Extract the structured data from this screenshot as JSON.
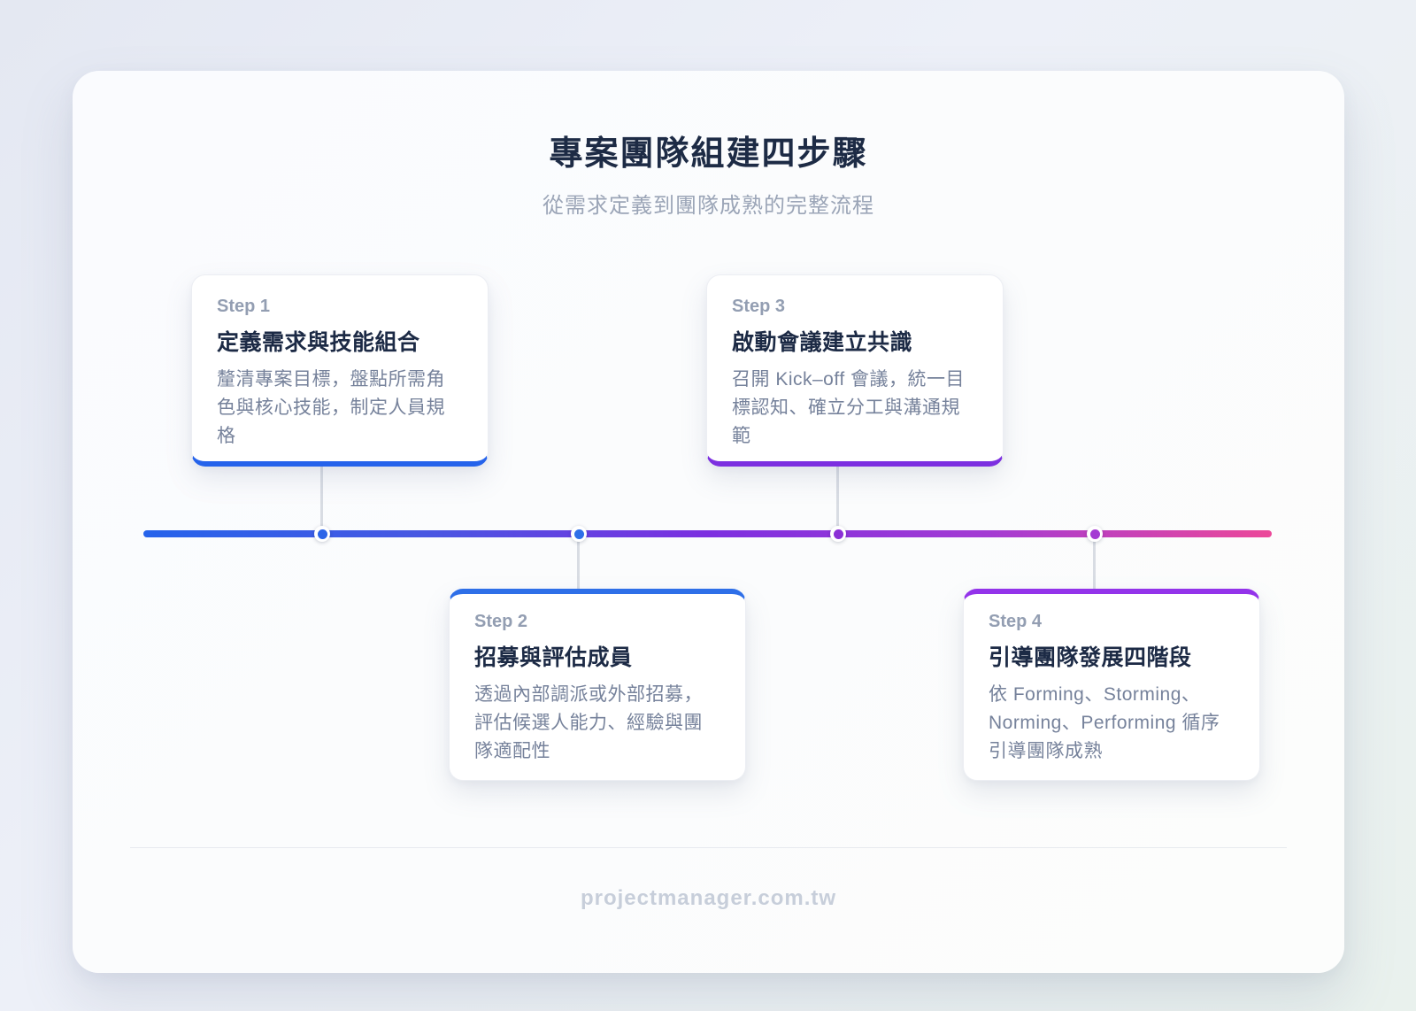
{
  "header": {
    "title": "專案團隊組建四步驟",
    "subtitle": "從需求定義到團隊成熟的完整流程"
  },
  "footer": {
    "watermark": "projectmanager.com.tw"
  },
  "timeline": {
    "gradient": [
      "#2563eb",
      "#4857e2",
      "#7c2fe0",
      "#a43bd3",
      "#ec4899"
    ],
    "dot_colors": [
      "#2b64e8",
      "#2e6fe8",
      "#8b2fd6",
      "#a43bd3"
    ],
    "connector_color": "#d8dce3"
  },
  "steps": [
    {
      "label": "Step 1",
      "title": "定義需求與技能組合",
      "description": "釐清專案目標，盤點所需角色與核心技能，制定人員規格",
      "accent": "#2563eb",
      "position": "top"
    },
    {
      "label": "Step 2",
      "title": "招募與評估成員",
      "description": "透過內部調派或外部招募，評估候選人能力、經驗與團隊適配性",
      "accent": "#2e6fe8",
      "position": "bottom"
    },
    {
      "label": "Step 3",
      "title": "啟動會議建立共識",
      "description": "召開 Kick–off 會議，統一目標認知、確立分工與溝通規範",
      "accent": "#7c2fe0",
      "position": "top"
    },
    {
      "label": "Step 4",
      "title": "引導團隊發展四階段",
      "description": "依 Forming、Storming、Norming、Performing 循序引導團隊成熟",
      "accent": "#9333ea",
      "position": "bottom"
    }
  ]
}
